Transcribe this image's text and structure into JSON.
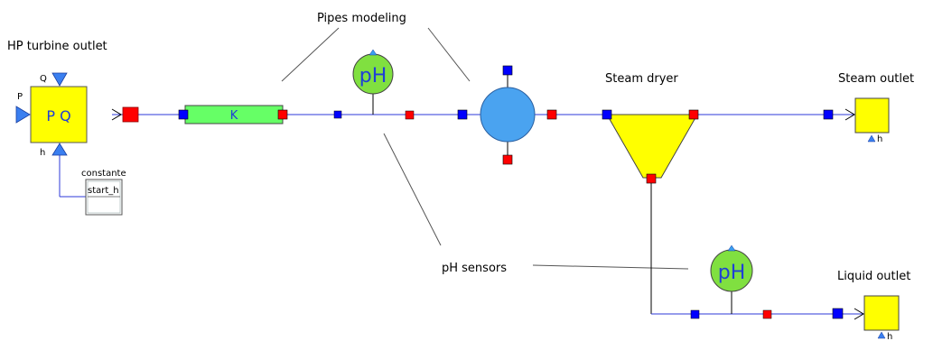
{
  "annotations": {
    "hp_turbine_outlet": "HP turbine outlet",
    "pipes_modeling": "Pipes modeling",
    "steam_dryer": "Steam dryer",
    "steam_outlet": "Steam outlet",
    "ph_sensors": "pH sensors",
    "liquid_outlet": "Liquid outlet"
  },
  "components": {
    "source_block_label": "P Q",
    "port_q": "Q",
    "port_p": "P",
    "port_h": "h",
    "pipe_label": "K",
    "ph_sensor_1": "pH",
    "ph_sensor_2": "pH",
    "constante_title": "constante",
    "constante_value": "start_h",
    "steam_outlet_port": "h",
    "liquid_outlet_port": "h"
  },
  "colors": {
    "yellow_block": "#ffff00",
    "green_pipe": "#66ff66",
    "ph_green": "#80e040",
    "mixer_blue": "#4aa3f0",
    "port_blue": "#0000ff",
    "port_red": "#ff0000",
    "wire_blue": "#2c3ad8",
    "wire_black": "#000000"
  }
}
